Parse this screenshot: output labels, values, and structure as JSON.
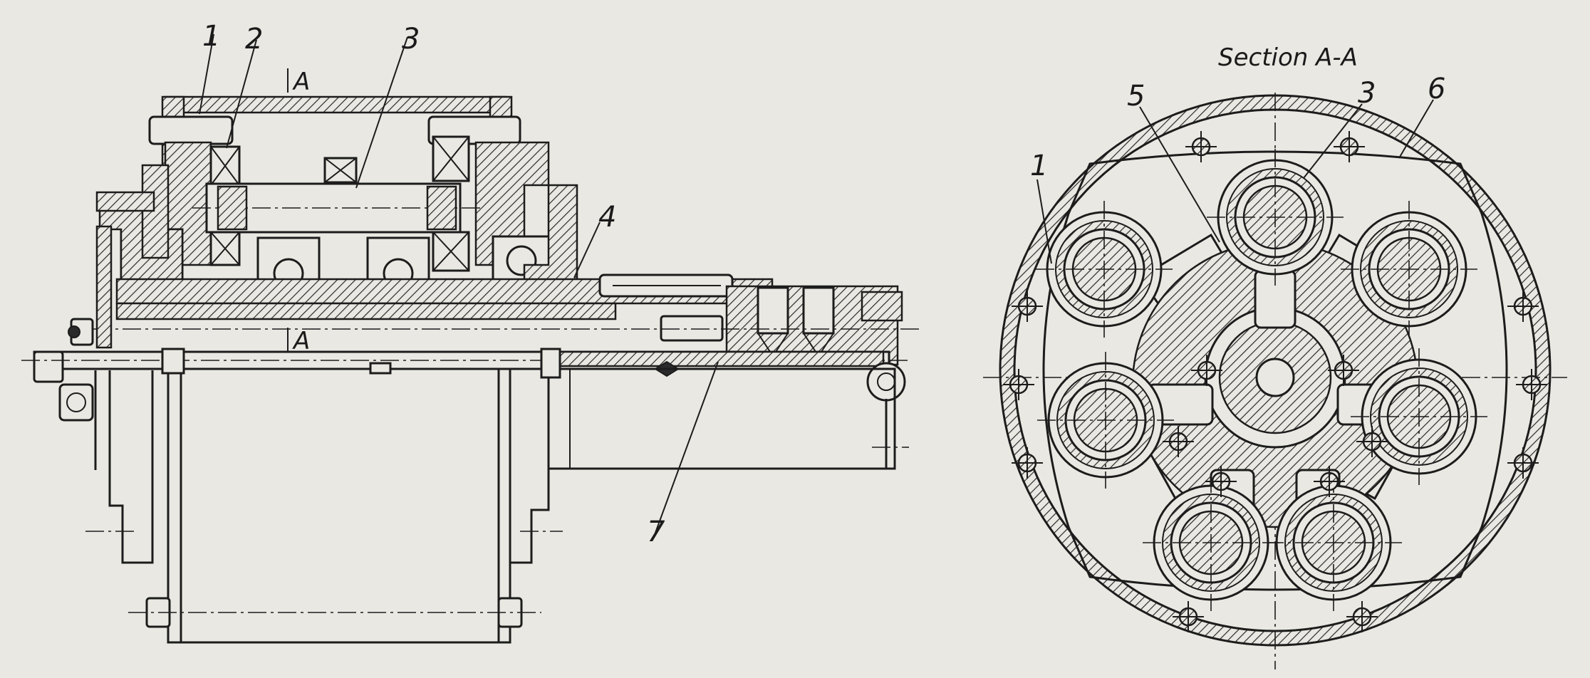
{
  "labels": {
    "side": [
      "1",
      "2",
      "3",
      "4",
      "7"
    ],
    "section_marks": [
      "A",
      "A"
    ],
    "section": [
      "1",
      "5",
      "3",
      "6"
    ]
  },
  "section_title": "Section A-A",
  "colors": {
    "paper": "#e9e8e2",
    "ink": "#1c1c1c"
  }
}
